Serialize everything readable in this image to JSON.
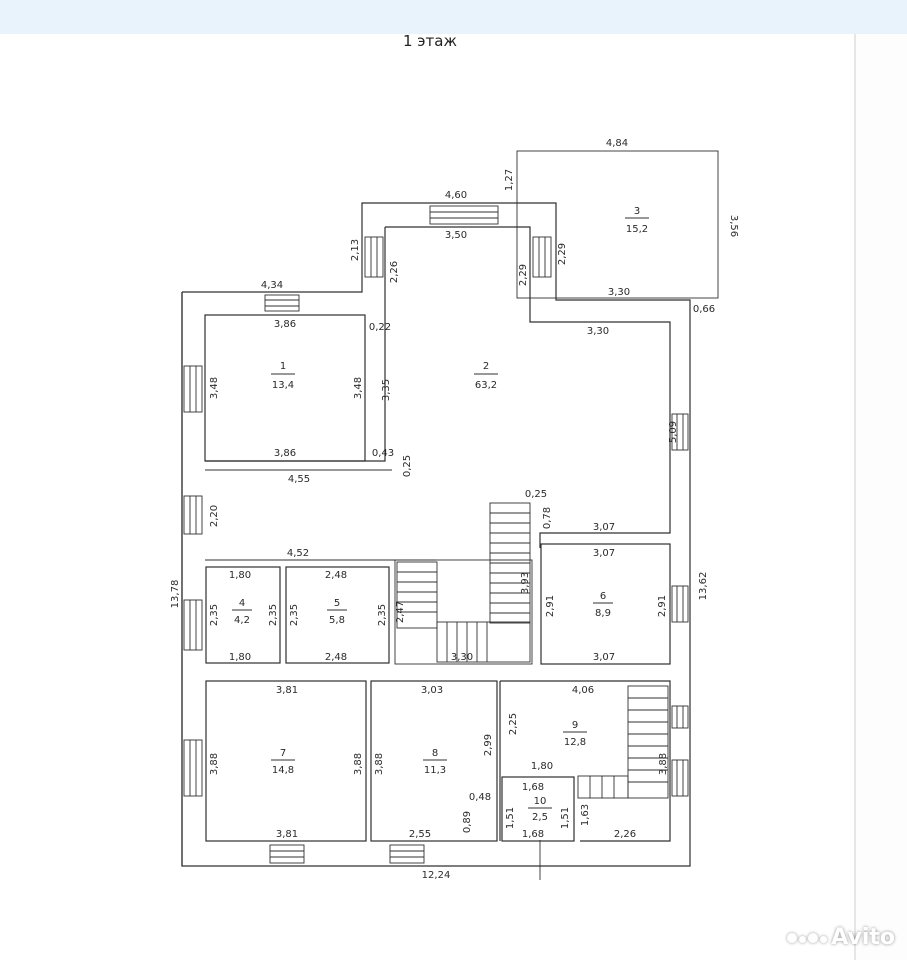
{
  "title": "1 этаж",
  "rooms": [
    {
      "id": "1",
      "number": "1",
      "area": "13,4"
    },
    {
      "id": "2",
      "number": "2",
      "area": "63,2"
    },
    {
      "id": "3",
      "number": "3",
      "area": "15,2"
    },
    {
      "id": "4",
      "number": "4",
      "area": "4,2"
    },
    {
      "id": "5",
      "number": "5",
      "area": "5,8"
    },
    {
      "id": "6",
      "number": "6",
      "area": "8,9"
    },
    {
      "id": "7",
      "number": "7",
      "area": "14,8"
    },
    {
      "id": "8",
      "number": "8",
      "area": "11,3"
    },
    {
      "id": "9",
      "number": "9",
      "area": "12,8"
    },
    {
      "id": "10",
      "number": "10",
      "area": "2,5"
    }
  ],
  "dimensions": {
    "d_484": "4,84",
    "d_127": "1,27",
    "d_356": "3,56",
    "d_460": "4,60",
    "d_350": "3,50",
    "d_213": "2,13",
    "d_226": "2,26",
    "d_229a": "2,29",
    "d_229b": "2,29",
    "d_330a": "3,30",
    "d_330b": "3,30",
    "d_066": "0,66",
    "d_434": "4,34",
    "d_386a": "3,86",
    "d_022": "0,22",
    "d_348a": "3,48",
    "d_348b": "3,48",
    "d_335": "3,35",
    "d_509": "5,09",
    "d_386b": "3,86",
    "d_043": "0,43",
    "d_025a": "0,25",
    "d_455": "4,55",
    "d_025b": "0,25",
    "d_078": "0,78",
    "d_220": "2,20",
    "d_307a": "3,07",
    "d_452": "4,52",
    "d_307b": "3,07",
    "d_180a": "1,80",
    "d_248a": "2,48",
    "d_378": "13,78",
    "d_362": "13,62",
    "d_235a": "2,35",
    "d_235b": "2,35",
    "d_235c": "2,35",
    "d_235d": "2,35",
    "d_247": "2,47",
    "d_393": "3,93",
    "d_291a": "2,91",
    "d_291b": "2,91",
    "d_180b": "1,80",
    "d_248b": "2,48",
    "d_330c": "3,30",
    "d_307c": "3,07",
    "d_381a": "3,81",
    "d_303": "3,03",
    "d_406": "4,06",
    "d_225": "2,25",
    "d_299": "2,99",
    "d_388a": "3,88",
    "d_388b": "3,88",
    "d_388c": "3,88",
    "d_388d": "3,88",
    "d_180c": "1,80",
    "d_168a": "1,68",
    "d_048": "0,48",
    "d_151a": "1,51",
    "d_151b": "1,51",
    "d_163": "1,63",
    "d_089": "0,89",
    "d_381b": "3,81",
    "d_255": "2,55",
    "d_168b": "1,68",
    "d_226b": "2,26",
    "d_1224": "12,24"
  },
  "watermark": {
    "text": "Avito"
  }
}
